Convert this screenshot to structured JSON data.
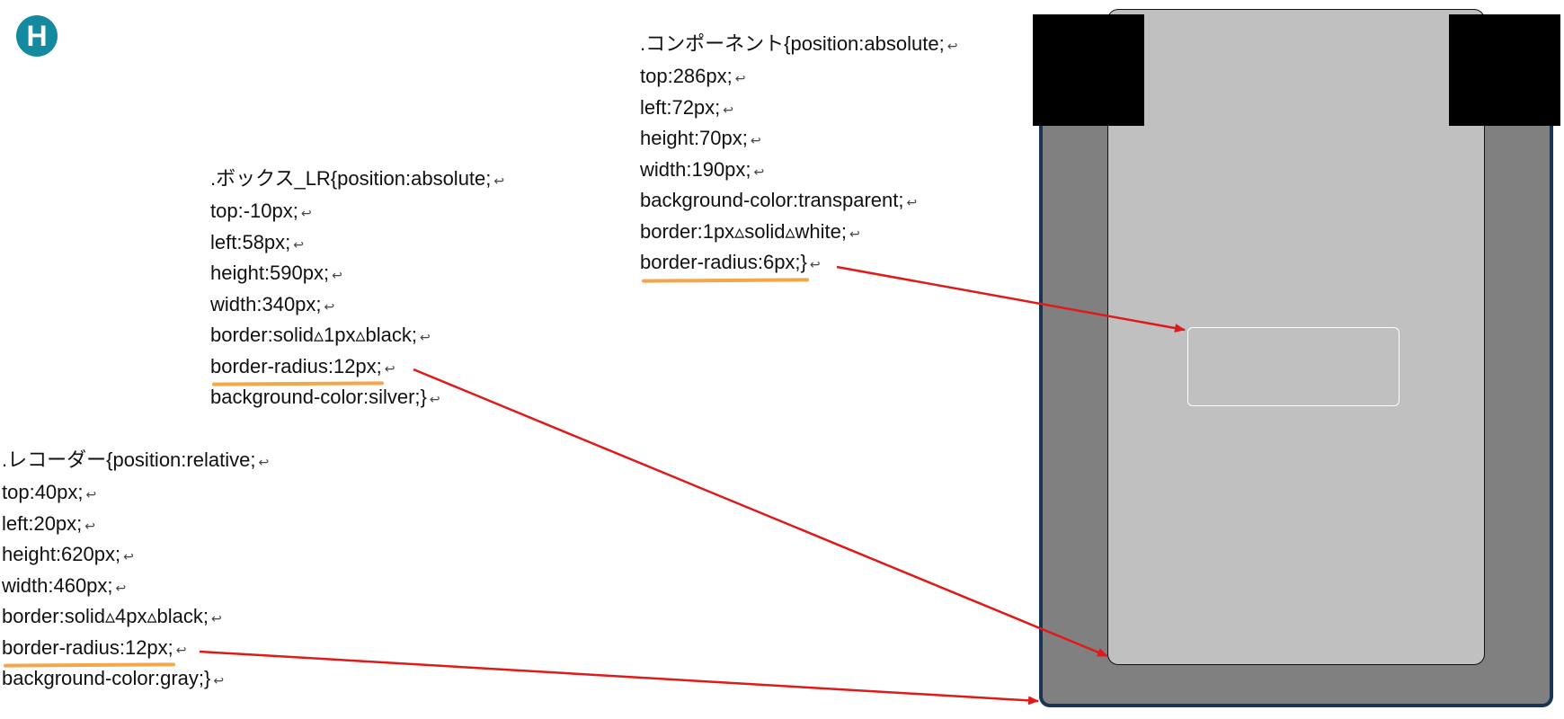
{
  "logo": {
    "letter": "H",
    "color": "#138a9e"
  },
  "return_mark": "↩",
  "space_mark": "▵",
  "blocks": [
    {
      "id": "component",
      "lines": [
        ".コンポーネント{position:absolute;",
        "top:286px;",
        "left:72px;",
        "height:70px;",
        "width:190px;",
        "background-color:transparent;",
        "border:1px▵solid▵white;",
        "border-radius:6px;}"
      ],
      "highlight_line": 7
    },
    {
      "id": "box_lr",
      "lines": [
        ".ボックス_LR{position:absolute;",
        "top:-10px;",
        "left:58px;",
        "height:590px;",
        "width:340px;",
        "border:solid▵1px▵black;",
        "border-radius:12px;",
        "background-color:silver;}"
      ],
      "highlight_line": 6
    },
    {
      "id": "recorder",
      "lines": [
        ".レコーダー{position:relative;",
        "top:40px;",
        "left:20px;",
        "height:620px;",
        "width:460px;",
        "border:solid▵4px▵black;",
        "border-radius:12px;",
        "background-color:gray;}"
      ],
      "highlight_line": 6
    }
  ],
  "colors": {
    "recorder_fill": "#808080",
    "recorder_border": "#183654",
    "box_fill": "#c0c0c0",
    "highlight": "#f5a54a",
    "arrow": "#e01919"
  }
}
